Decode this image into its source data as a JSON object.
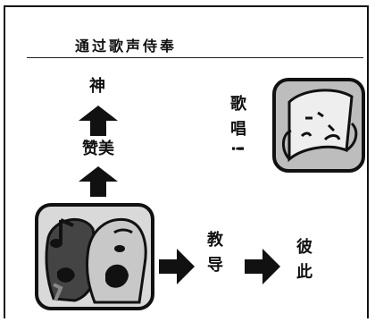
{
  "title": "通过歌声侍奉",
  "flow": {
    "up_top": "神",
    "up_mid": "赞美",
    "right_mid": "教导",
    "right_end": "彼此",
    "sing": "歌唱!"
  },
  "icons": {
    "singers": "singing-faces-icon",
    "music_sheet": "music-sheet-icon"
  },
  "colors": {
    "ink": "#111111",
    "fill_gray": "#b8b8b8",
    "dark_gray": "#555555"
  }
}
